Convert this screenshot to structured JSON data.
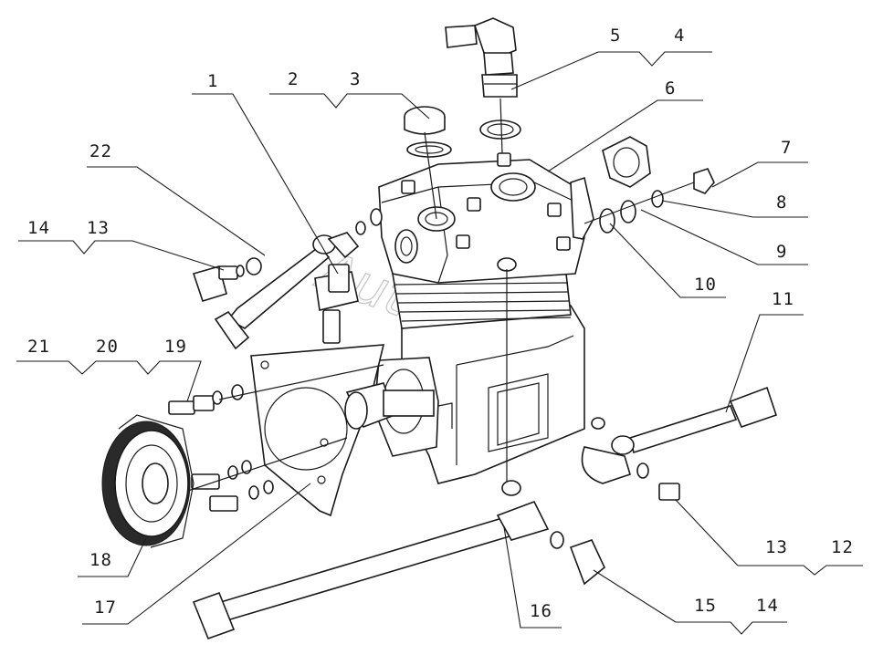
{
  "diagram": {
    "watermark": "AutoSoft",
    "callouts": {
      "c1": "1",
      "c2": "2",
      "c3": "3",
      "c4": "4",
      "c5": "5",
      "c6": "6",
      "c7": "7",
      "c8": "8",
      "c9": "9",
      "c10": "10",
      "c11": "11",
      "c12": "12",
      "c13a": "13",
      "c13b": "13",
      "c14a": "14",
      "c14b": "14",
      "c15": "15",
      "c16": "16",
      "c17": "17",
      "c18": "18",
      "c19": "19",
      "c20": "20",
      "c21": "21",
      "c22": "22"
    }
  }
}
